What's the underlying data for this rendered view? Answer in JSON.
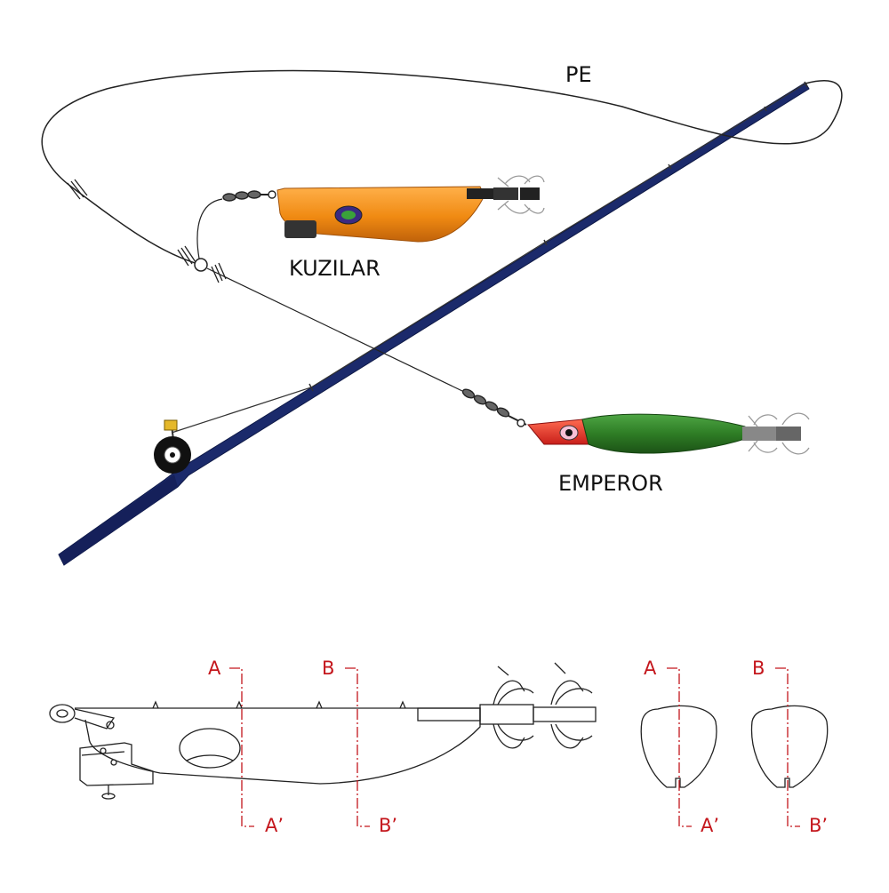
{
  "labels": {
    "line": "PE",
    "top_lure": "KUZILAR",
    "bottom_lure": "EMPEROR"
  },
  "sections": {
    "a": "A",
    "a_prime": "A’",
    "b": "B",
    "b_prime": "B’"
  },
  "colors": {
    "rod": "#1b2a6b",
    "line": "#222222",
    "kuzilar_body": "#f08a12",
    "emperor_body": "#2e7d25",
    "emperor_head": "#e23a2a",
    "section_marks": "#c4161c",
    "outline": "#222222"
  },
  "icons": {
    "reel": "reel-icon",
    "swivel": "swivel-icon",
    "jig_hooks": "squid-jig-hooks-icon"
  }
}
